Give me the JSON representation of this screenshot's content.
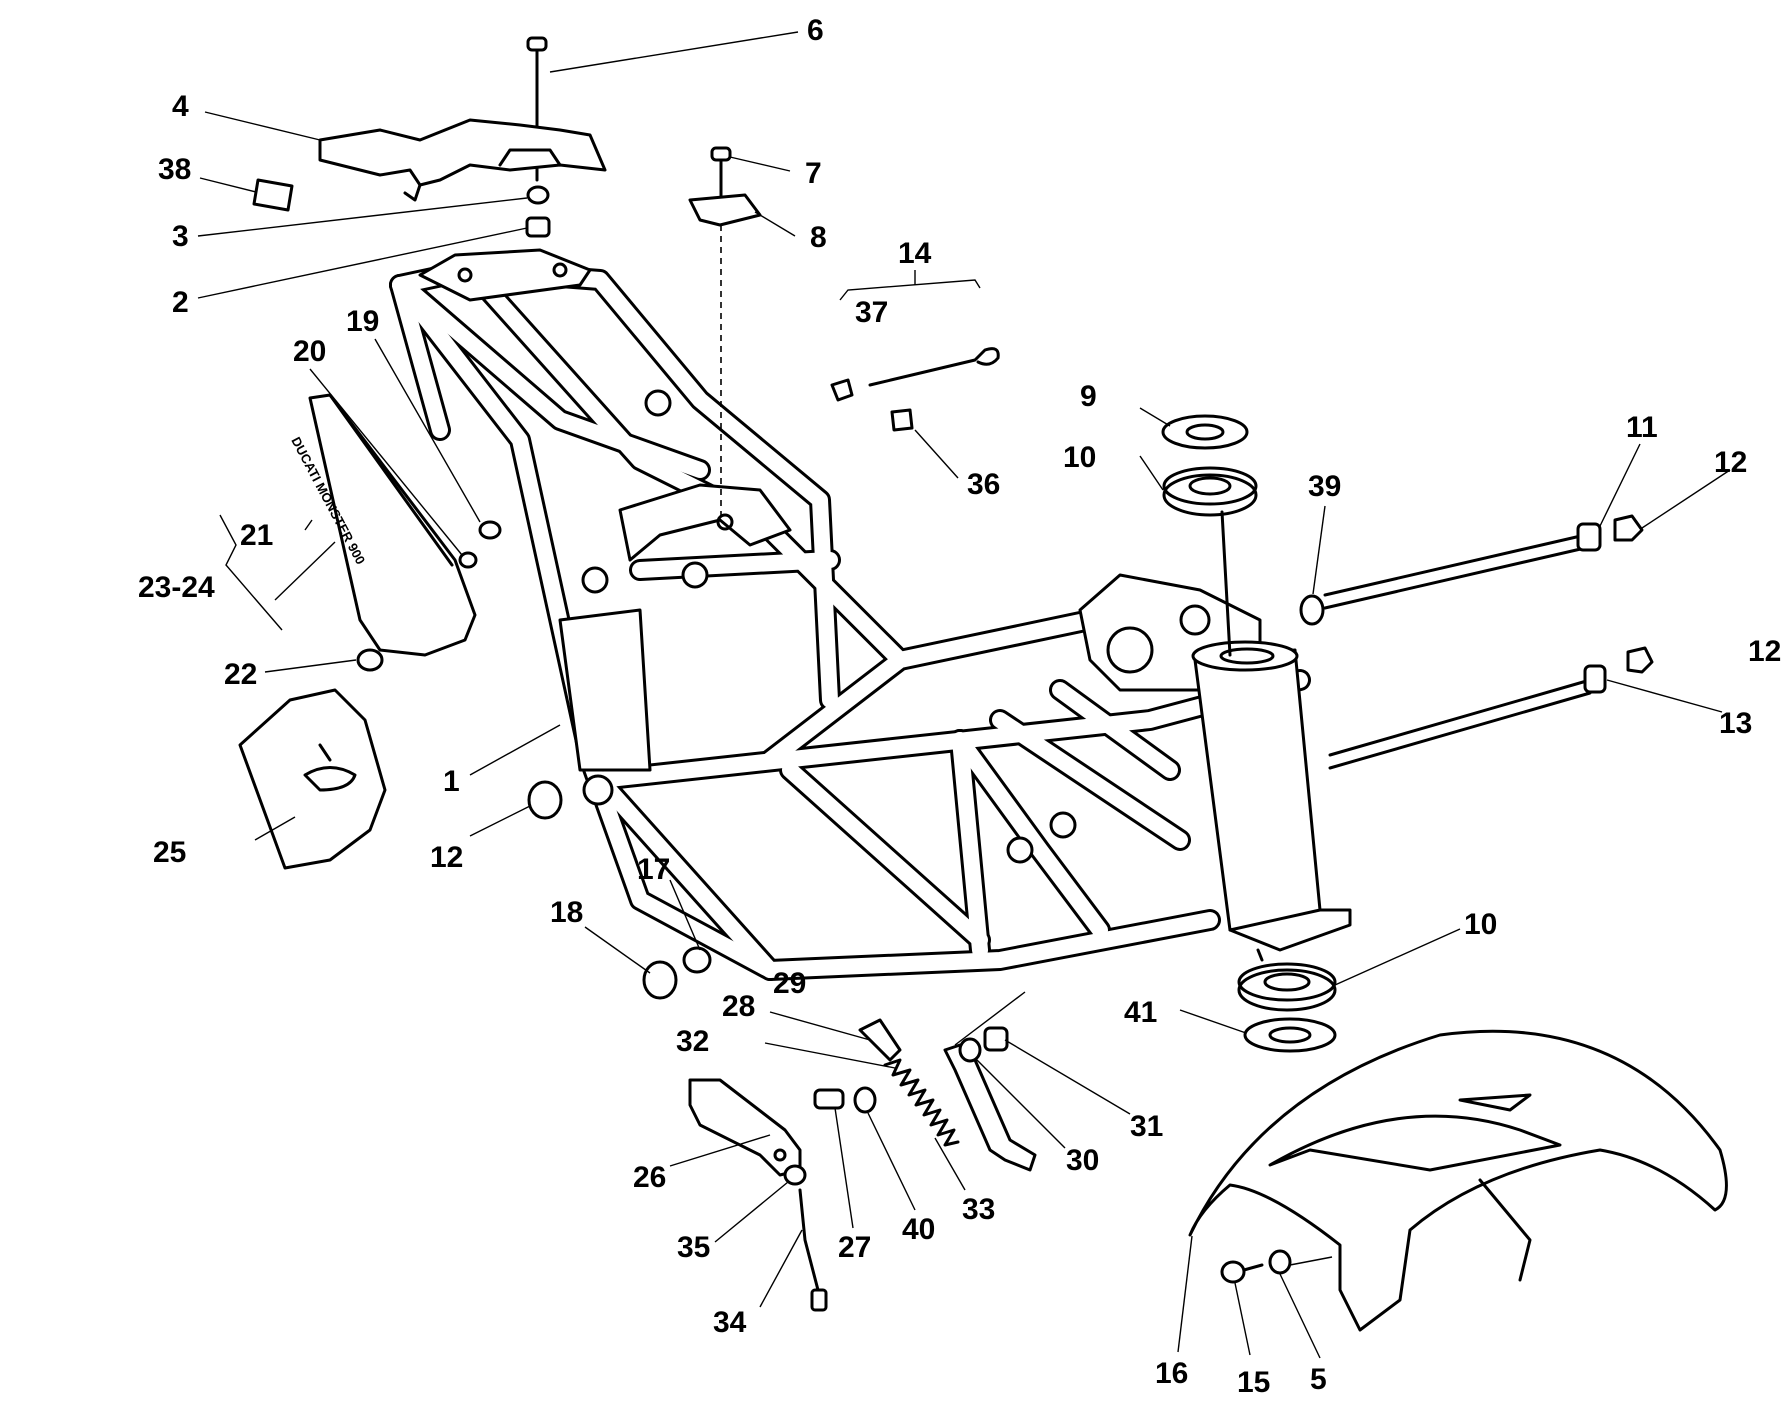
{
  "sticker_text": "DUCATI MONSTER 900",
  "callouts": {
    "c1": "1",
    "c2": "2",
    "c3": "3",
    "c4": "4",
    "c5": "5",
    "c6": "6",
    "c7": "7",
    "c8": "8",
    "c9": "9",
    "c10a": "10",
    "c10b": "10",
    "c11": "11",
    "c12a": "12",
    "c12b": "12",
    "c12c": "12",
    "c13": "13",
    "c14": "14",
    "c15": "15",
    "c16": "16",
    "c17": "17",
    "c18": "18",
    "c19": "19",
    "c20": "20",
    "c21": "21",
    "c22": "22",
    "c23_24": "23-24",
    "c25": "25",
    "c26": "26",
    "c27": "27",
    "c28": "28",
    "c29": "29",
    "c30": "30",
    "c31": "31",
    "c32": "32",
    "c33": "33",
    "c34": "34",
    "c35": "35",
    "c36": "36",
    "c37": "37",
    "c38": "38",
    "c39": "39",
    "c40": "40",
    "c41": "41"
  }
}
